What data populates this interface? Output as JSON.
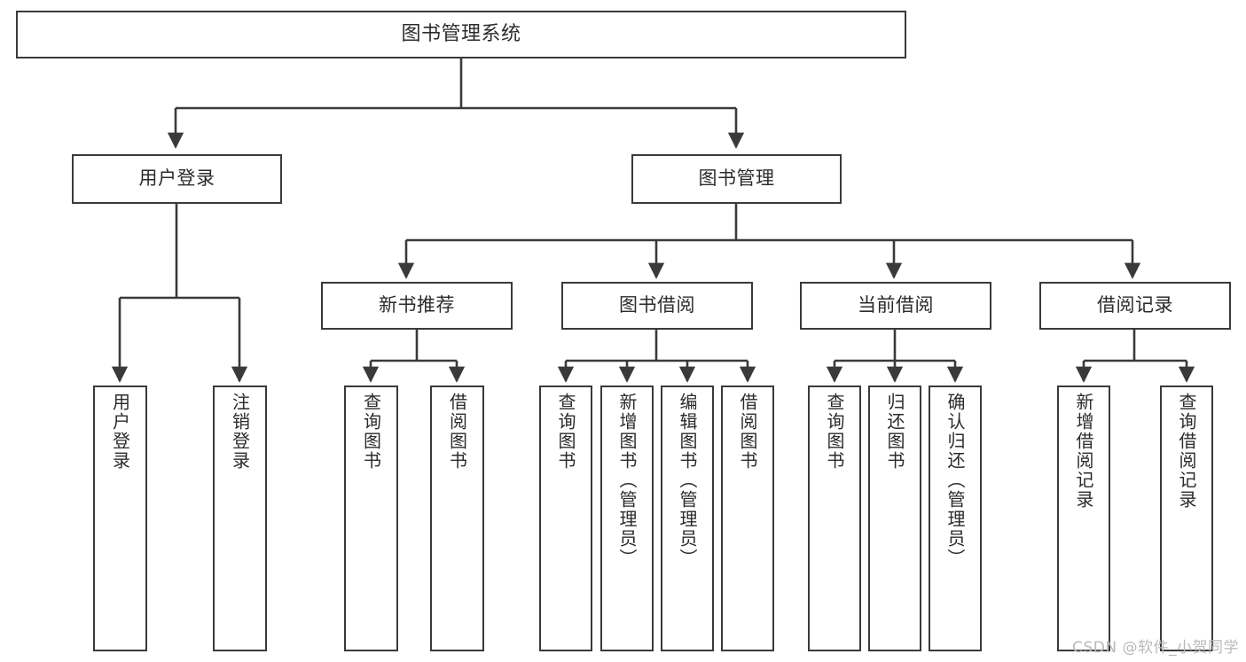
{
  "diagram": {
    "title": "图书管理系统",
    "type": "hierarchy-tree",
    "stroke_color": "#3a3a3a",
    "fill_color": "#ffffff",
    "text_color": "#2b2b2b",
    "nodes": {
      "root": {
        "label": "图书管理系统"
      },
      "level2": [
        {
          "label": "用户登录"
        },
        {
          "label": "图书管理"
        }
      ],
      "level3": [
        {
          "label": "新书推荐"
        },
        {
          "label": "图书借阅"
        },
        {
          "label": "当前借阅"
        },
        {
          "label": "借阅记录"
        }
      ],
      "leaves": {
        "user_login": [
          {
            "label": "用户登录"
          },
          {
            "label": "注销登录"
          }
        ],
        "new_book_recommend": [
          {
            "label": "查询图书"
          },
          {
            "label": "借阅图书"
          }
        ],
        "book_borrow": [
          {
            "label": "查询图书"
          },
          {
            "label": "新增图书（管理员）"
          },
          {
            "label": "编辑图书（管理员）"
          },
          {
            "label": "借阅图书"
          }
        ],
        "current_borrow": [
          {
            "label": "查询图书"
          },
          {
            "label": "归还图书"
          },
          {
            "label": "确认归还（管理员）"
          }
        ],
        "borrow_record": [
          {
            "label": "新增借阅记录"
          },
          {
            "label": "查询借阅记录"
          }
        ]
      }
    }
  },
  "watermark": {
    "text": "CSDN @软件_小贺同学"
  }
}
